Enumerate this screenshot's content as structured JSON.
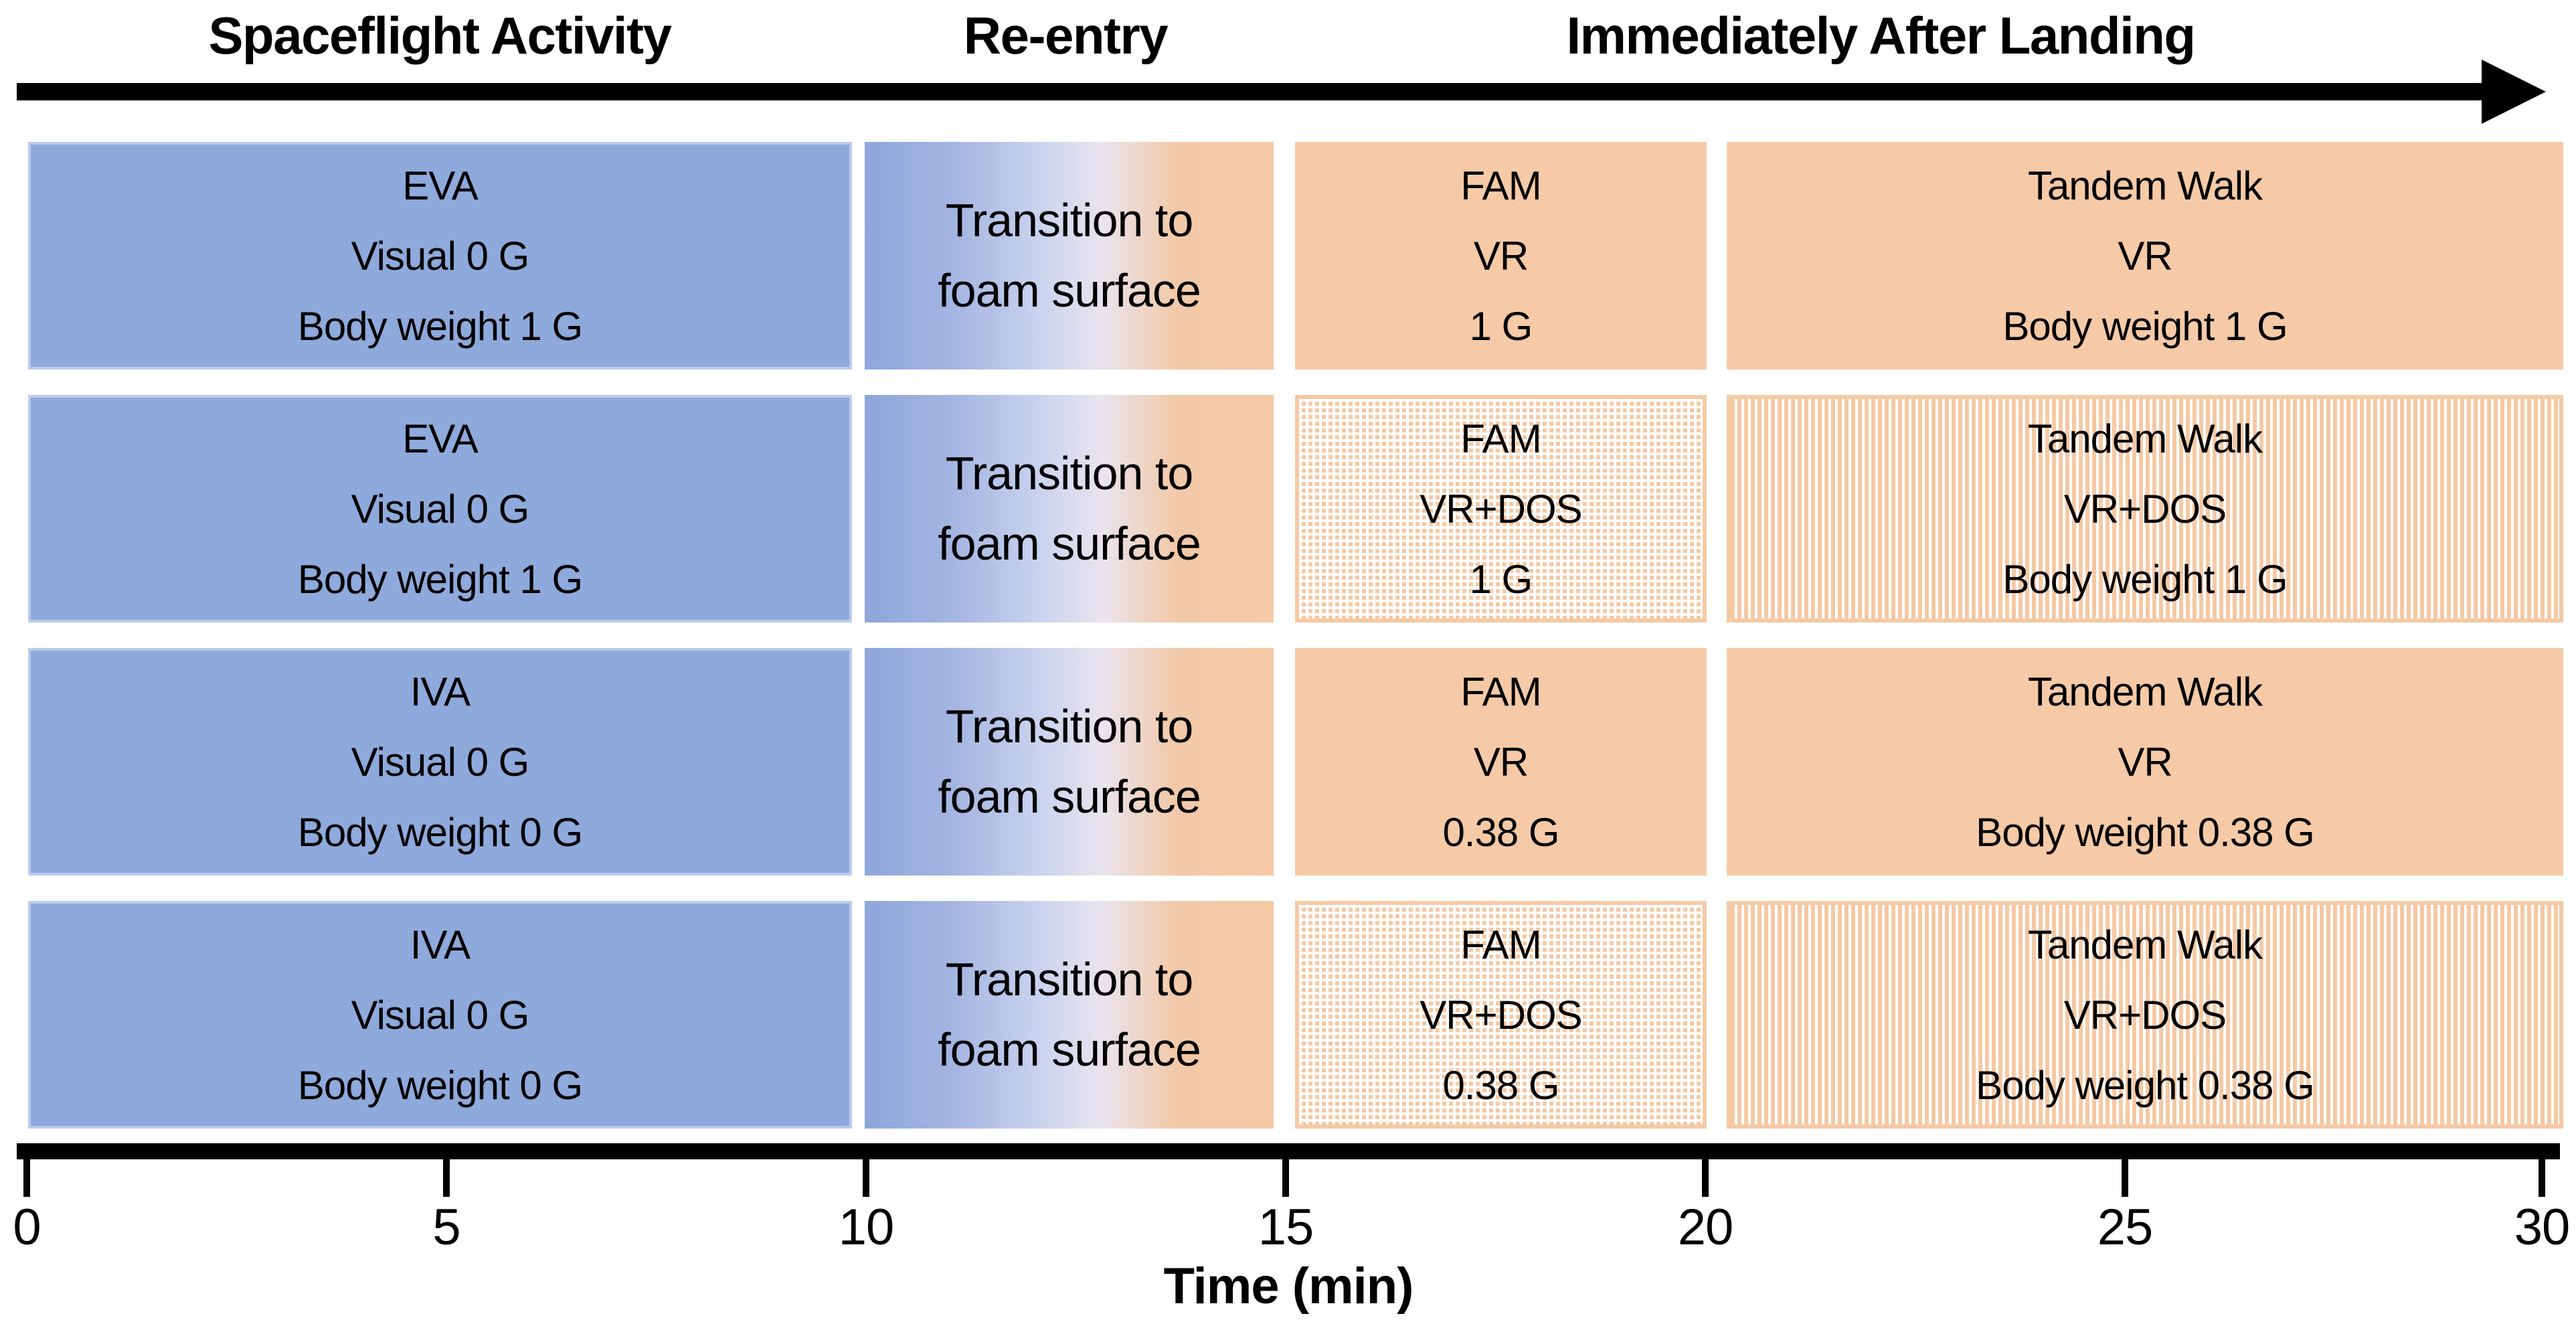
{
  "phases": {
    "spaceflight": "Spaceflight Activity",
    "reentry": "Re-entry",
    "landing": "Immediately After Landing"
  },
  "timeline": {
    "phase_time_ranges_min": {
      "spaceflight_activity": [
        0,
        10
      ],
      "transition": [
        10,
        15
      ],
      "fam": [
        15,
        20
      ],
      "tandem_walk": [
        20,
        30
      ]
    }
  },
  "rows": [
    {
      "activity": {
        "lines": [
          "EVA",
          "Visual 0 G",
          "Body weight 1 G"
        ]
      },
      "transition": {
        "lines": [
          "Transition to",
          "foam surface"
        ]
      },
      "fam": {
        "lines": [
          "FAM",
          "VR",
          "1 G"
        ],
        "fill": "solid"
      },
      "tandem": {
        "lines": [
          "Tandem Walk",
          "VR",
          "Body weight 1 G"
        ],
        "fill": "solid"
      }
    },
    {
      "activity": {
        "lines": [
          "EVA",
          "Visual 0 G",
          "Body weight 1 G"
        ]
      },
      "transition": {
        "lines": [
          "Transition to",
          "foam surface"
        ]
      },
      "fam": {
        "lines": [
          "FAM",
          "VR+DOS",
          "1 G"
        ],
        "fill": "dotted"
      },
      "tandem": {
        "lines": [
          "Tandem Walk",
          "VR+DOS",
          "Body weight 1 G"
        ],
        "fill": "striped"
      }
    },
    {
      "activity": {
        "lines": [
          "IVA",
          "Visual 0 G",
          "Body weight 0 G"
        ]
      },
      "transition": {
        "lines": [
          "Transition to",
          "foam surface"
        ]
      },
      "fam": {
        "lines": [
          "FAM",
          "VR",
          "0.38 G"
        ],
        "fill": "solid"
      },
      "tandem": {
        "lines": [
          "Tandem Walk",
          "VR",
          "Body weight 0.38 G"
        ],
        "fill": "solid"
      }
    },
    {
      "activity": {
        "lines": [
          "IVA",
          "Visual 0 G",
          "Body weight 0 G"
        ]
      },
      "transition": {
        "lines": [
          "Transition to",
          "foam surface"
        ]
      },
      "fam": {
        "lines": [
          "FAM",
          "VR+DOS",
          "0.38 G"
        ],
        "fill": "dotted"
      },
      "tandem": {
        "lines": [
          "Tandem Walk",
          "VR+DOS",
          "Body weight 0.38 G"
        ],
        "fill": "striped"
      }
    }
  ],
  "axis": {
    "ticks": [
      "0",
      "5",
      "10",
      "15",
      "20",
      "25",
      "30"
    ],
    "label": "Time (min)"
  },
  "colors": {
    "blue_fill": "#8EA9DB",
    "blue_border": "#BCCBEC",
    "orange_fill": "#F6CAA7",
    "pattern_orange": "#F5C9A4",
    "arrow_black": "#000000"
  }
}
